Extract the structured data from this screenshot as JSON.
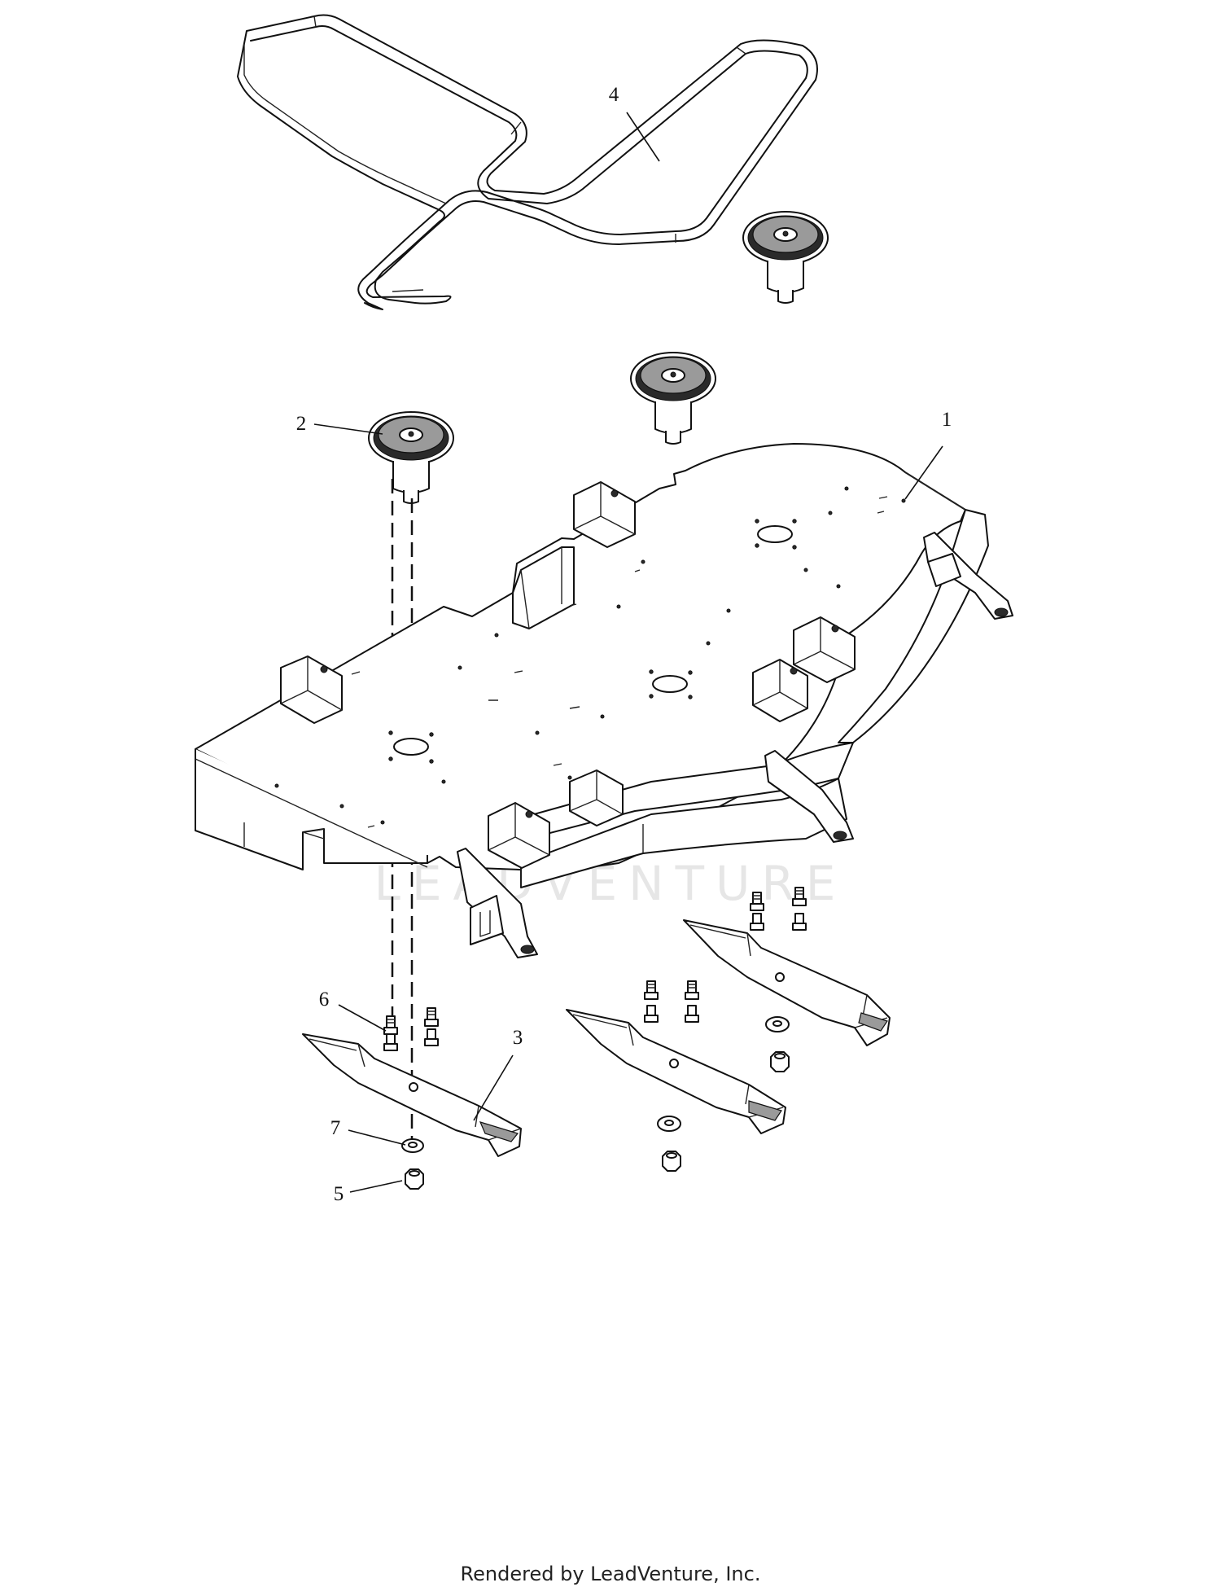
{
  "callouts": [
    {
      "id": "1",
      "label": "1"
    },
    {
      "id": "2",
      "label": "2"
    },
    {
      "id": "3",
      "label": "3"
    },
    {
      "id": "4",
      "label": "4"
    },
    {
      "id": "5",
      "label": "5"
    },
    {
      "id": "6",
      "label": "6"
    },
    {
      "id": "7",
      "label": "7"
    }
  ],
  "watermark": {
    "text": "LEADVENTURE"
  },
  "footer": {
    "text": "Rendered by LeadVenture, Inc."
  },
  "colors": {
    "line": "#111111",
    "background": "#ffffff",
    "watermark": "#d3d3d3"
  }
}
